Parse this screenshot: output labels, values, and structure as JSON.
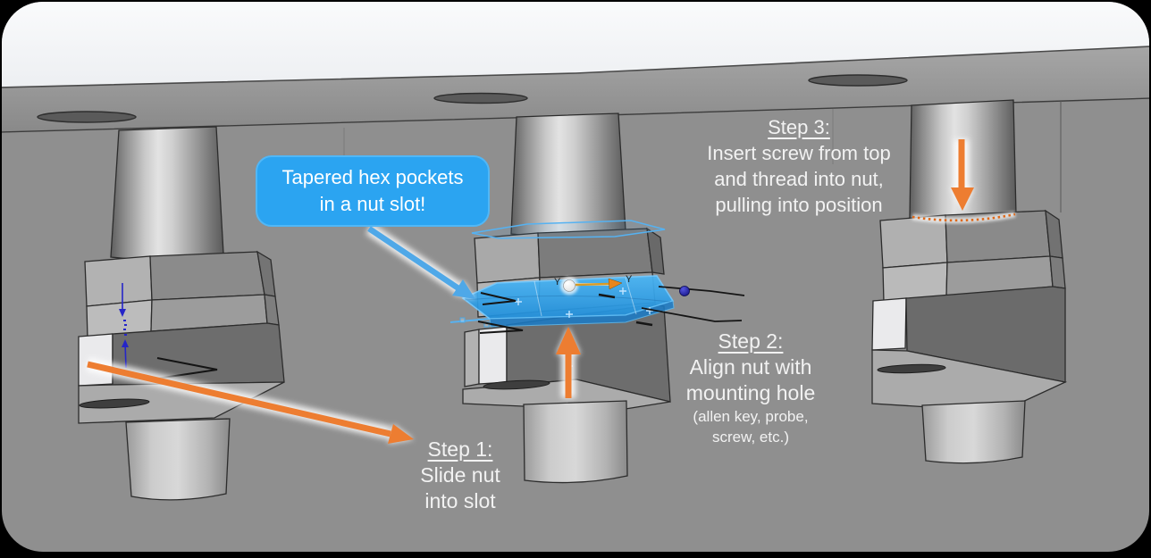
{
  "scene": {
    "background_color": "#8f8f8f",
    "frame_color": "#000000",
    "sky_color": "#f3f4f6"
  },
  "callout": {
    "line1": "Tapered hex pockets",
    "line2": "in a nut slot!",
    "bg_color": "#2ba4f1",
    "text_color": "#ffffff"
  },
  "steps": [
    {
      "title": "Step 1:",
      "lines": [
        "Slide nut",
        "into slot"
      ]
    },
    {
      "title": "Step 2:",
      "lines": [
        "Align nut with",
        "mounting hole"
      ],
      "notes": [
        "(allen key, probe,",
        "screw, etc.)"
      ]
    },
    {
      "title": "Step 3:",
      "lines": [
        "Insert screw from top",
        "and thread into nut,",
        "pulling into position"
      ]
    }
  ],
  "manipulator": {
    "axis_label": "Y"
  },
  "colors": {
    "arrow_orange": "#ed7d31",
    "callout_arrow_blue": "#4fa8e8",
    "nut_highlight_blue": "#2f9fe8",
    "dimension_blue": "#2525c8",
    "text_white": "#f2f2f2"
  }
}
